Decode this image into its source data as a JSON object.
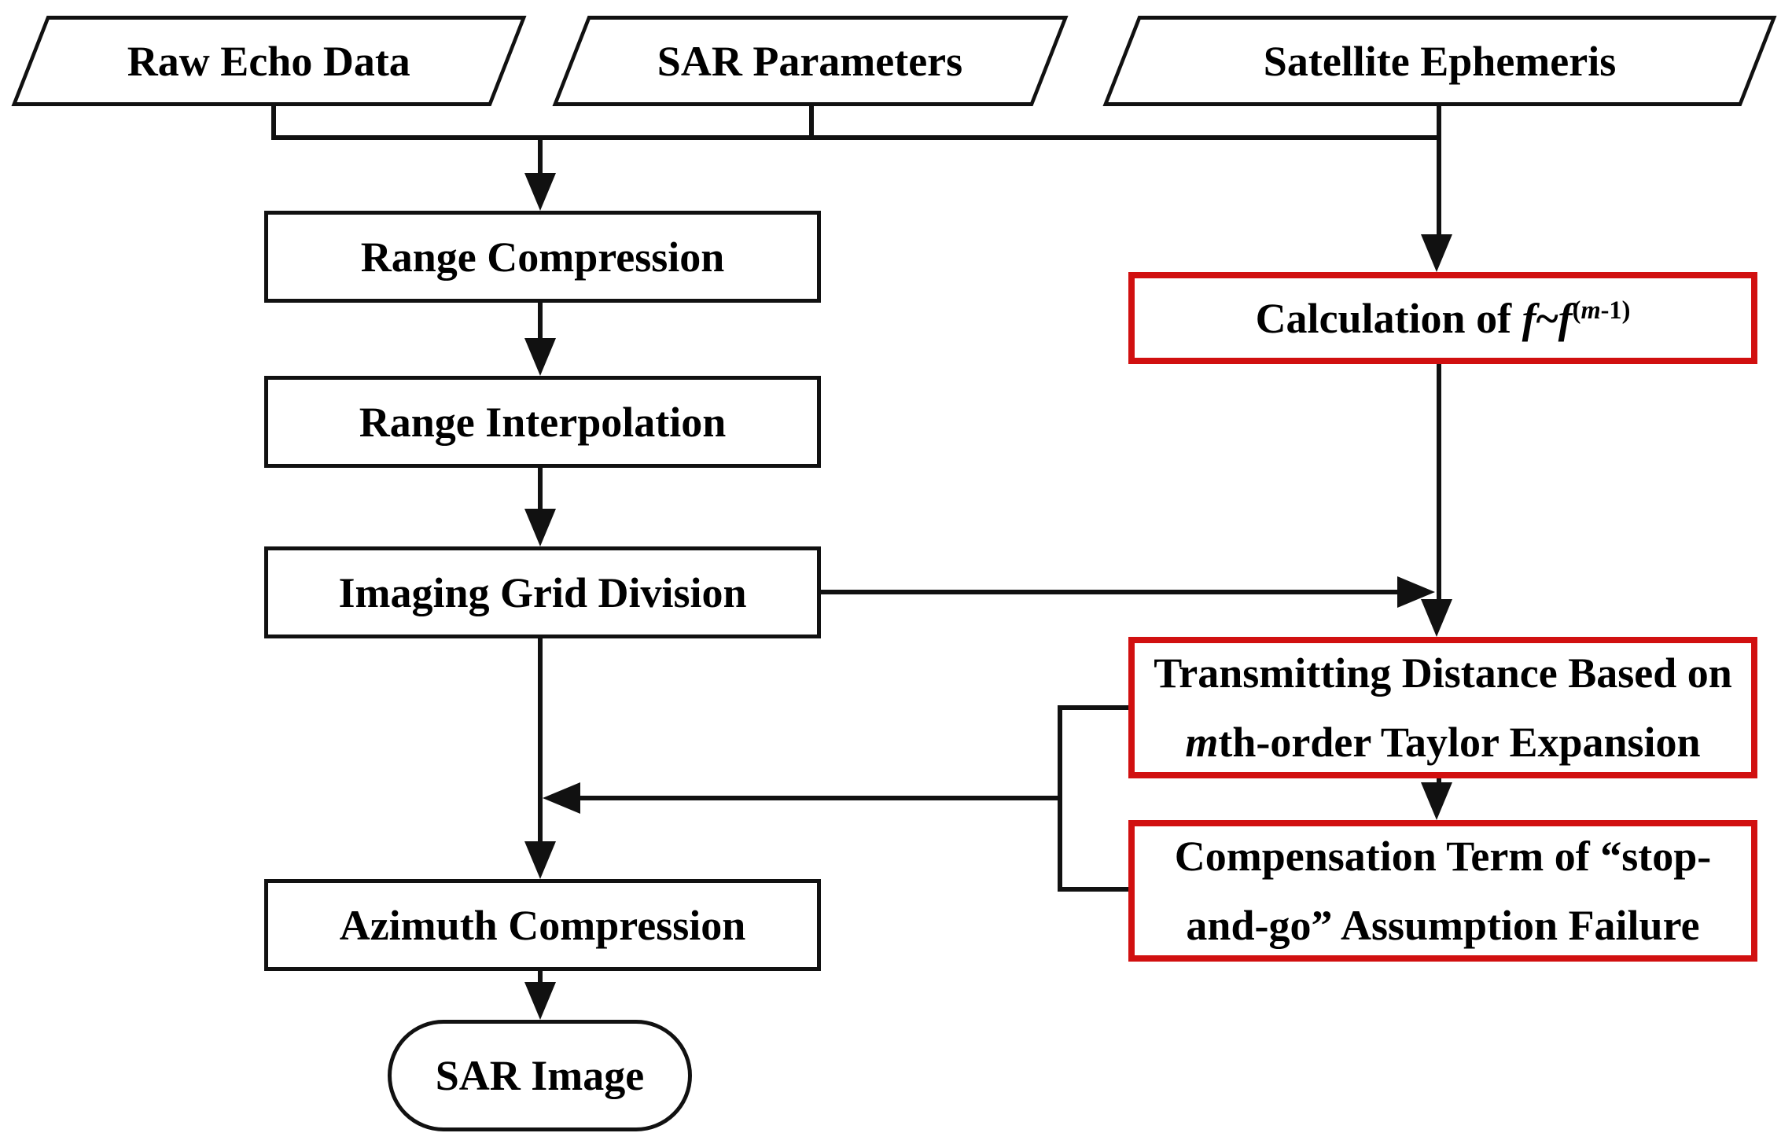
{
  "figure": {
    "colors": {
      "line": "#111111",
      "red_accent": "#d11010",
      "background": "#ffffff",
      "text": "#000000"
    },
    "inputs": [
      {
        "label": "Raw Echo Data"
      },
      {
        "label": "SAR Parameters"
      },
      {
        "label": "Satellite Ephemeris"
      }
    ],
    "processes": [
      {
        "label": "Range Compression"
      },
      {
        "label": "Range Interpolation"
      },
      {
        "label": "Imaging Grid Division"
      },
      {
        "label": "Azimuth Compression"
      }
    ],
    "output": {
      "label": "SAR Image"
    },
    "highlights": {
      "calculation": {
        "rich": [
          {
            "t": "Calculation of ",
            "c": ""
          },
          {
            "t": "f",
            "c": "it"
          },
          {
            "t": "~",
            "c": ""
          },
          {
            "t": "f",
            "c": "it"
          },
          {
            "t": "(",
            "c": "sup"
          },
          {
            "t": "m",
            "c": "sup it"
          },
          {
            "t": "-1)",
            "c": "sup"
          }
        ]
      },
      "transmitting": {
        "rich": [
          {
            "t": "Transmitting Distance Based on",
            "c": ""
          },
          {
            "t": "",
            "c": "br"
          },
          {
            "t": "m",
            "c": "it"
          },
          {
            "t": "th-order Taylor Expansion",
            "c": ""
          }
        ]
      },
      "compensation": {
        "rich": [
          {
            "t": "Compensation Term of “stop-",
            "c": ""
          },
          {
            "t": "",
            "c": "br"
          },
          {
            "t": "and-go” Assumption Failure",
            "c": ""
          }
        ]
      }
    }
  }
}
